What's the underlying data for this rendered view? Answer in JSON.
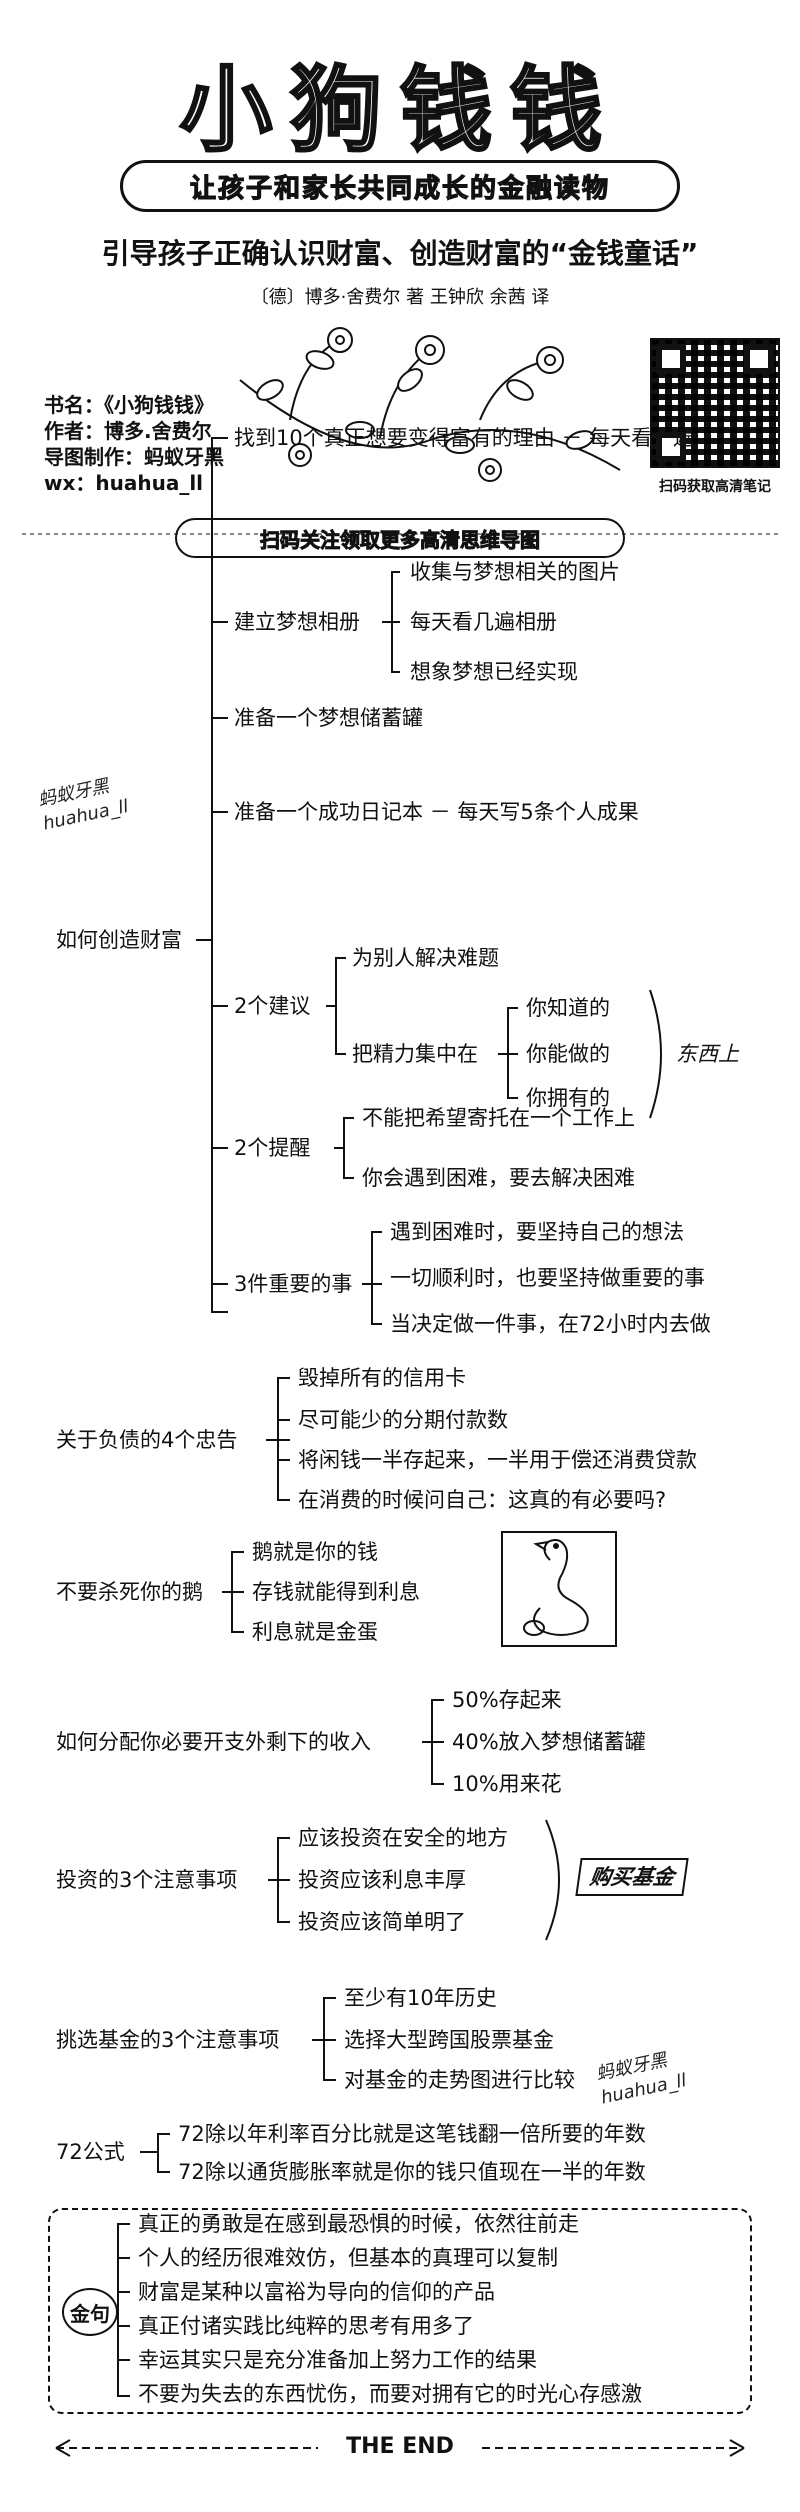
{
  "header": {
    "title": "小狗钱钱",
    "banner": "让孩子和家长共同成长的金融读物",
    "subtitle": "引导孩子正确认识财富、创造财富的“金钱童话”",
    "authors": "〔德〕博多·舍费尔 著    王钟欣 余茜 译"
  },
  "meta": {
    "book": "书名：《小狗钱钱》",
    "author": "作者：博多.舍费尔",
    "map_maker": "导图制作：蚂蚁牙黑",
    "wx": "wx：huahua_ll",
    "qr_caption": "扫码获取高清笔记",
    "banner2": "扫码关注领取更多高清思维导图"
  },
  "watermark": {
    "line1": "蚂蚁牙黑",
    "line2": "huahua_ll"
  },
  "section1": {
    "root": "如何创造财富",
    "a1": "找到10个真正想要变得富有的理由 － 每天看一遍",
    "a2": "建立梦想相册",
    "a2_items": [
      "收集与梦想相关的图片",
      "每天看几遍相册",
      "想象梦想已经实现"
    ],
    "a3": "准备一个梦想储蓄罐",
    "a4": "准备一个成功日记本 － 每天写5条个人成果",
    "a5": "2个建议",
    "a5_i1": "为别人解决难题",
    "a5_i2": "把精力集中在",
    "a5_i2_items": [
      "你知道的",
      "你能做的",
      "你拥有的"
    ],
    "a5_i2_tail": "东西上",
    "a6": "2个提醒",
    "a6_items": [
      "不能把希望寄托在一个工作上",
      "你会遇到困难，要去解决困难"
    ],
    "a7": "3件重要的事",
    "a7_items": [
      "遇到困难时，要坚持自己的想法",
      "一切顺利时，也要坚持做重要的事",
      "当决定做一件事，在72小时内去做"
    ]
  },
  "section2": {
    "root": "关于负债的4个忠告",
    "items": [
      "毁掉所有的信用卡",
      "尽可能少的分期付款数",
      "将闲钱一半存起来，一半用于偿还消费贷款",
      "在消费的时候问自己：这真的有必要吗?"
    ]
  },
  "section3": {
    "root": "不要杀死你的鹅",
    "items": [
      "鹅就是你的钱",
      "存钱就能得到利息",
      "利息就是金蛋"
    ]
  },
  "section4": {
    "root": "如何分配你必要开支外剩下的收入",
    "items": [
      "50%存起来",
      "40%放入梦想储蓄罐",
      "10%用来花"
    ]
  },
  "section5": {
    "root": "投资的3个注意事项",
    "items": [
      "应该投资在安全的地方",
      "投资应该利息丰厚",
      "投资应该简单明了"
    ],
    "tail": "购买基金"
  },
  "section6": {
    "root": "挑选基金的3个注意事项",
    "items": [
      "至少有10年历史",
      "选择大型跨国股票基金",
      "对基金的走势图进行比较"
    ]
  },
  "section7": {
    "root": "72公式",
    "items": [
      "72除以年利率百分比就是这笔钱翻一倍所要的年数",
      "72除以通货膨胀率就是你的钱只值现在一半的年数"
    ]
  },
  "quotes": {
    "root": "金句",
    "items": [
      "真正的勇敢是在感到最恐惧的时候，依然往前走",
      "个人的经历很难效仿，但基本的真理可以复制",
      "财富是某种以富裕为导向的信仰的产品",
      "真正付诸实践比纯粹的思考有用多了",
      "幸运其实只是充分准备加上努力工作的结果",
      "不要为失去的东西忧伤，而要对拥有它的时光心存感激"
    ]
  },
  "footer": {
    "end": "THE END"
  }
}
